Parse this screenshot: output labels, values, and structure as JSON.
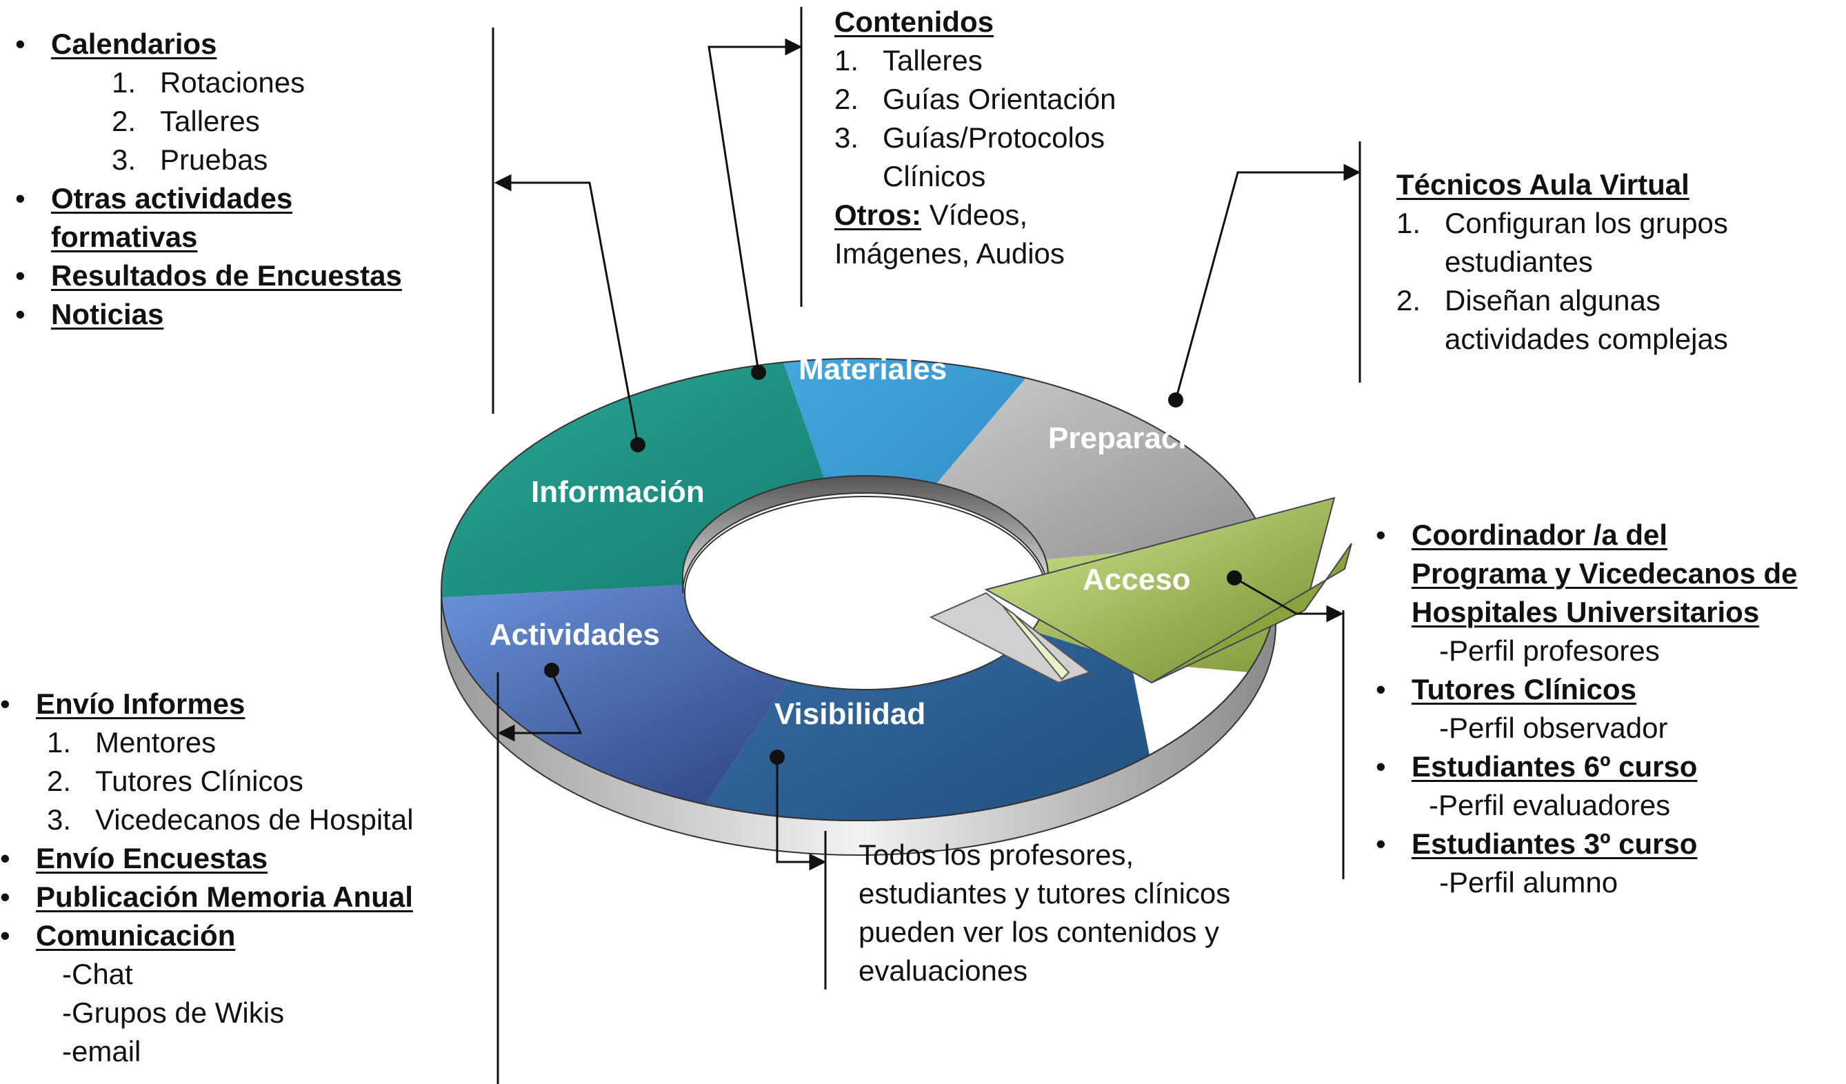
{
  "segments": {
    "materiales": "Materiales",
    "preparacion": "Preparación",
    "informacion": "Información",
    "acceso": "Acceso",
    "actividades": "Actividades",
    "visibilidad": "Visibilidad"
  },
  "informacion_box": {
    "items": [
      {
        "label": "Calendarios",
        "sub": [
          "Rotaciones",
          "Talleres",
          "Pruebas"
        ]
      },
      {
        "label_line1": "Otras actividades",
        "label_line2": "formativas"
      },
      {
        "label": "Resultados de Encuestas"
      },
      {
        "label": "Noticias"
      }
    ]
  },
  "materiales_box": {
    "title": "Contenidos",
    "items": [
      "Talleres",
      "Guías Orientación",
      "Guías/Protocolos",
      "Clínicos"
    ],
    "otros_label": "Otros:",
    "otros_text1": " Vídeos,",
    "otros_text2": "Imágenes, Audios"
  },
  "preparacion_box": {
    "title": "Técnicos Aula Virtual",
    "items": [
      {
        "line1": "Configuran los grupos",
        "line2": "estudiantes"
      },
      {
        "line1": "Diseñan algunas",
        "line2": "actividades  complejas"
      }
    ]
  },
  "acceso_box": {
    "items": [
      {
        "lines": [
          "Coordinador /a del",
          "Programa y Vicedecanos de",
          "Hospitales Universitarios"
        ],
        "sub": "-Perfil profesores"
      },
      {
        "lines": [
          "Tutores Clínicos"
        ],
        "sub": "-Perfil observador"
      },
      {
        "lines": [
          "Estudiantes 6º curso"
        ],
        "sub": "-Perfil evaluadores"
      },
      {
        "lines": [
          "Estudiantes 3º curso"
        ],
        "sub": "-Perfil alumno"
      }
    ]
  },
  "actividades_box": {
    "items": [
      {
        "label": "Envío Informes",
        "sub": [
          "Mentores",
          "Tutores Clínicos",
          "Vicedecanos de Hospital"
        ]
      },
      {
        "label": "Envío Encuestas"
      },
      {
        "label": "Publicación Memoria Anual"
      },
      {
        "label": "Comunicación",
        "subs": [
          "-Chat",
          "-Grupos de Wikis",
          "-email"
        ]
      }
    ]
  },
  "visibilidad_box": {
    "lines": [
      "Todos los profesores,",
      "estudiantes y tutores clínicos",
      "pueden ver los contenidos  y",
      "evaluaciones"
    ]
  },
  "colors": {
    "teal": "#2aa596",
    "blue": "#3aa0d8",
    "grey": "#b8b8b8",
    "lime": "#b5d26a",
    "navy": "#2f4f86",
    "periwinkle": "#5f87d8"
  }
}
